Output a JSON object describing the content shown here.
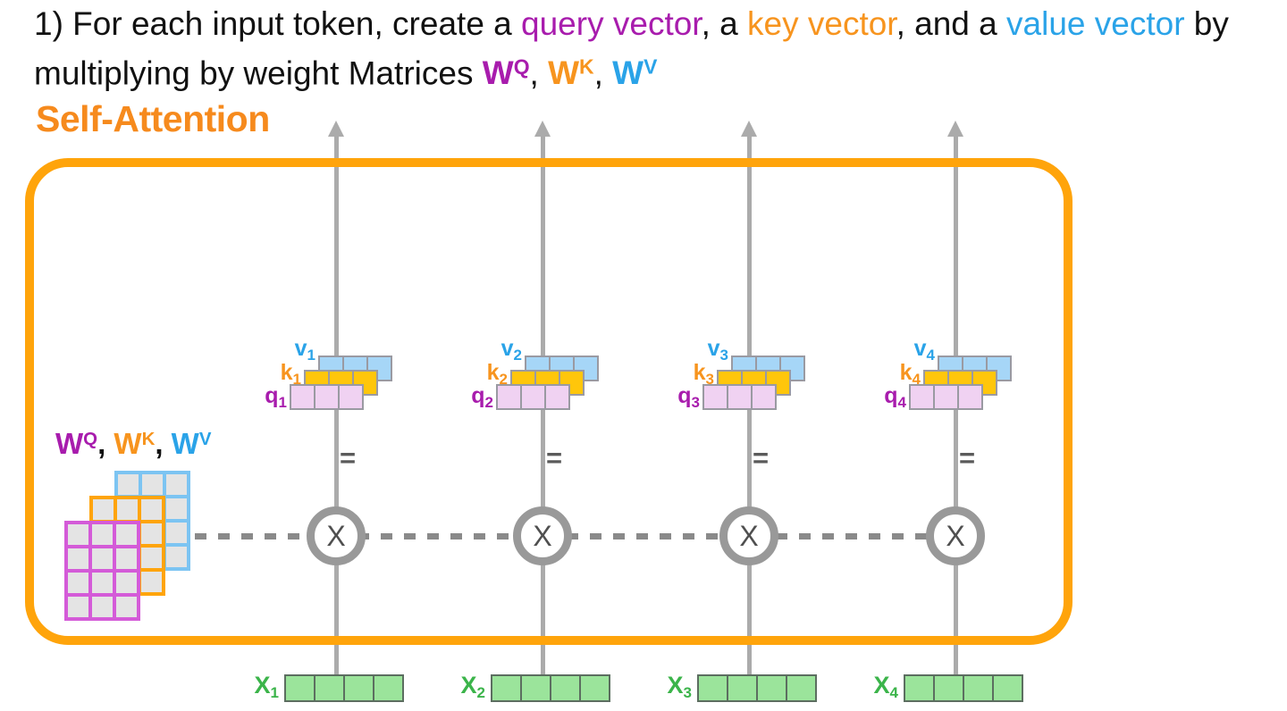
{
  "colors": {
    "magenta": "#A81CAD",
    "orange": "#F7941E",
    "blue": "#2AA3E8",
    "heading_orange": "#F68A1D",
    "box_orange": "#FFA40B",
    "gray_line": "#ABABAB",
    "circle_gray": "#999999",
    "dashed_gray": "#8A8A8A",
    "dark_gray": "#4F4F4F",
    "text_black": "#111111",
    "cell_pink": "#F0D2F2",
    "cell_yellow": "#FFC60B",
    "cell_blue": "#A6D6F7",
    "cell_border": "#9A9AA2",
    "matrix_cell_gray": "#E4E4E4",
    "magenta_grid": "#D45BD8",
    "blue_grid": "#7CC4F2",
    "cell_green": "#9BE49B",
    "green_border": "#5C6E60",
    "green_label": "#3BB44A"
  },
  "title": {
    "part1": "1) For each input token, create a ",
    "query": "query vector",
    "part2": ", a ",
    "key": "key vector",
    "part3": ", and a ",
    "value": "value vector",
    "part4": " by multiplying by weight Matrices ",
    "wq_base": "W",
    "wq_sup": "Q",
    "comma1": ", ",
    "wk_base": "W",
    "wk_sup": "K",
    "comma2": ", ",
    "wv_base": "W",
    "wv_sup": "V"
  },
  "heading": "Self-Attention",
  "matrices_label": {
    "wq_base": "W",
    "wq_sup": "Q",
    "comma1": ", ",
    "wk_base": "W",
    "wk_sup": "K",
    "comma2": ", ",
    "wv_base": "W",
    "wv_sup": "V"
  },
  "columns": [
    {
      "v_base": "v",
      "v_sub": "1",
      "k_base": "k",
      "k_sub": "1",
      "q_base": "q",
      "q_sub": "1",
      "equals": "=",
      "multiply": "X",
      "x_base": "X",
      "x_sub": "1"
    },
    {
      "v_base": "v",
      "v_sub": "2",
      "k_base": "k",
      "k_sub": "2",
      "q_base": "q",
      "q_sub": "2",
      "equals": "=",
      "multiply": "X",
      "x_base": "X",
      "x_sub": "2"
    },
    {
      "v_base": "v",
      "v_sub": "3",
      "k_base": "k",
      "k_sub": "3",
      "q_base": "q",
      "q_sub": "3",
      "equals": "=",
      "multiply": "X",
      "x_base": "X",
      "x_sub": "3"
    },
    {
      "v_base": "v",
      "v_sub": "4",
      "k_base": "k",
      "k_sub": "4",
      "q_base": "q",
      "q_sub": "4",
      "equals": "=",
      "multiply": "X",
      "x_base": "X",
      "x_sub": "4"
    }
  ]
}
